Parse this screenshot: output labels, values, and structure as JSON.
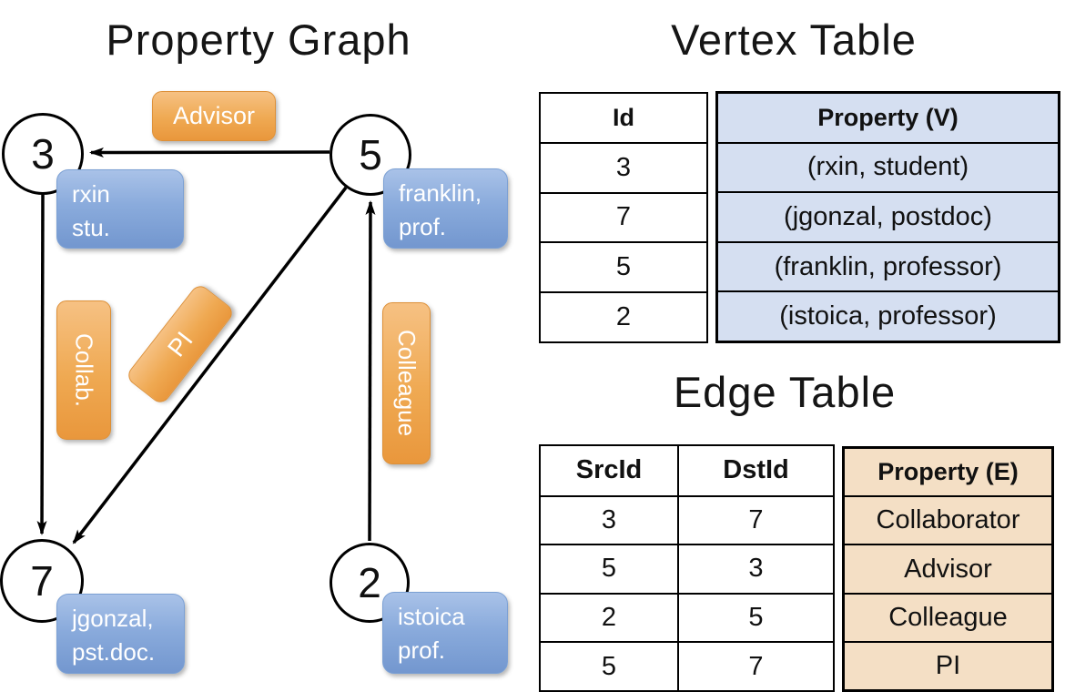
{
  "graph": {
    "title": "Property Graph",
    "nodes": [
      {
        "id": "3",
        "label_line1": "rxin",
        "label_line2": "stu."
      },
      {
        "id": "5",
        "label_line1": "franklin,",
        "label_line2": "prof."
      },
      {
        "id": "7",
        "label_line1": "jgonzal,",
        "label_line2": "pst.doc."
      },
      {
        "id": "2",
        "label_line1": "istoica",
        "label_line2": "prof."
      }
    ],
    "edge_labels": {
      "advisor": "Advisor",
      "collab": "Collab.",
      "pi": "PI",
      "colleague": "Colleague"
    }
  },
  "vertex_table": {
    "title": "Vertex Table",
    "headers": {
      "id": "Id",
      "property": "Property (V)"
    },
    "rows": [
      {
        "id": "3",
        "property": "(rxin, student)"
      },
      {
        "id": "7",
        "property": "(jgonzal, postdoc)"
      },
      {
        "id": "5",
        "property": "(franklin, professor)"
      },
      {
        "id": "2",
        "property": "(istoica, professor)"
      }
    ]
  },
  "edge_table": {
    "title": "Edge Table",
    "headers": {
      "src": "SrcId",
      "dst": "DstId",
      "property": "Property (E)"
    },
    "rows": [
      {
        "src": "3",
        "dst": "7",
        "property": "Collaborator"
      },
      {
        "src": "5",
        "dst": "3",
        "property": "Advisor"
      },
      {
        "src": "2",
        "dst": "5",
        "property": "Colleague"
      },
      {
        "src": "5",
        "dst": "7",
        "property": "PI"
      }
    ]
  },
  "colors": {
    "edge_label_fill": "#efa952",
    "vertex_label_fill": "#8aabdc",
    "vertex_property_bg": "#d5dff1",
    "edge_property_bg": "#f4dfc5",
    "line": "#000000"
  }
}
